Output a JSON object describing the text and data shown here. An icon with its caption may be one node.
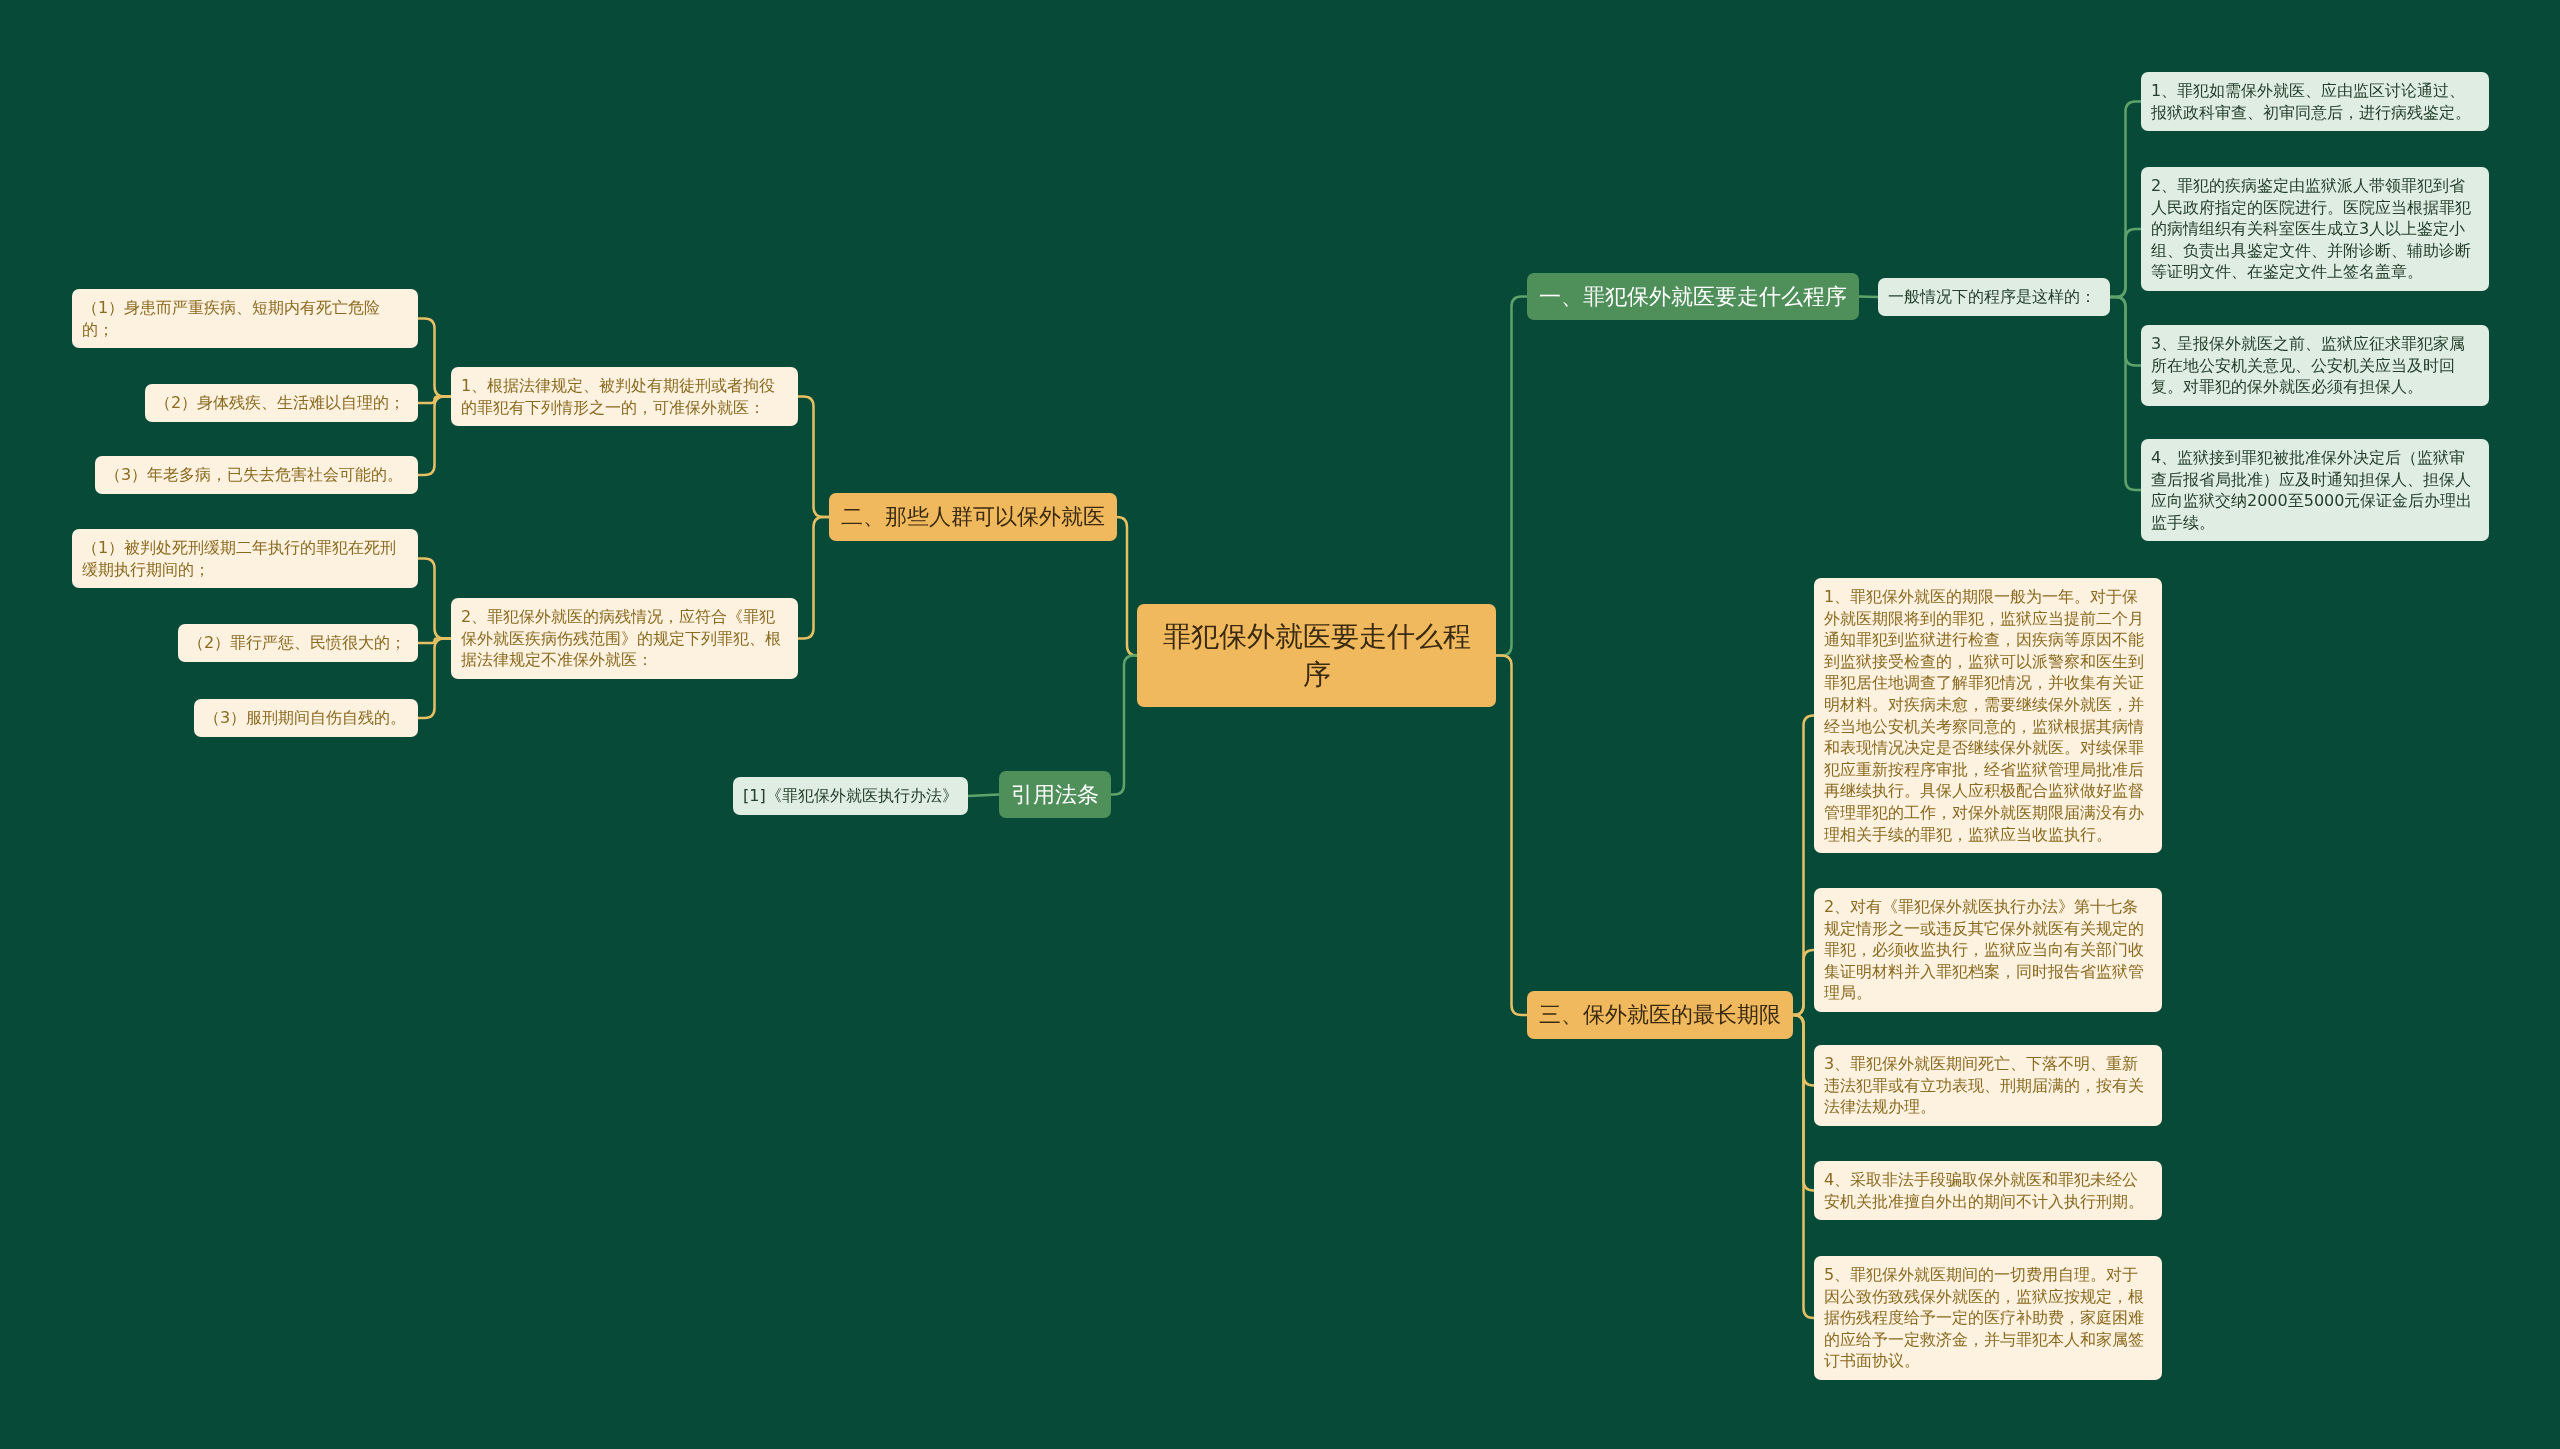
{
  "diagram": {
    "nodes": [
      {
        "text": [
          "罪犯保外就医要走什么程序"
        ]
      },
      {
        "text": [
          "一、罪犯保外就医要走什么程序"
        ]
      },
      {
        "text": [
          "一般情况下的程序是这样的："
        ]
      },
      {
        "text": [
          "1、罪犯如需保外就医、应由监区讨论通过、报狱政科审查、初审同意后，进行病残鉴定。"
        ]
      },
      {
        "text": [
          "2、罪犯的疾病鉴定由监狱派人带领罪犯到省人民政府指定的医院进行。医院应当根据罪犯的病情组织有关科室医生成立3人以上鉴定小组、负责出具鉴定文件、并附诊断、辅助诊断等证明文件、在鉴定文件上签名盖章。"
        ]
      },
      {
        "text": [
          "3、呈报保外就医之前、监狱应征求罪犯家属所在地公安机关意见、公安机关应当及时回复。对罪犯的保外就医必须有担保人。"
        ]
      },
      {
        "text": [
          "4、监狱接到罪犯被批准保外决定后（监狱审查后报省局批准）应及时通知担保人、担保人应向监狱交纳2000至5000元保证金后办理出监手续。"
        ]
      },
      {
        "text": [
          "三、保外就医的最长期限"
        ]
      },
      {
        "text": [
          "1、罪犯保外就医的期限一般为一年。对于保外就医期限将到的罪犯，监狱应当提前二个月通知罪犯到监狱进行检查，因疾病等原因不能到监狱接受检查的，监狱可以派警察和医生到罪犯居住地调查了解罪犯情况，并收集有关证明材料。对疾病未愈，需要继续保外就医，并经当地公安机关考察同意的，监狱根据其病情和表现情况决定是否继续保外就医。对续保罪犯应重新按程序审批，经省监狱管理局批准后再继续执行。具保人应积极配合监狱做好监督管理罪犯的工作，对保外就医期限届满没有办理相关手续的罪犯，监狱应当收监执行。"
        ]
      },
      {
        "text": [
          "2、对有《罪犯保外就医执行办法》第十七条规定情形之一或违反其它保外就医有关规定的罪犯，必须收监执行，监狱应当向有关部门收集证明材料并入罪犯档案，同时报告省监狱管理局。"
        ]
      },
      {
        "text": [
          "3、罪犯保外就医期间死亡、下落不明、重新违法犯罪或有立功表现、刑期届满的，按有关法律法规办理。"
        ]
      },
      {
        "text": [
          "4、采取非法手段骗取保外就医和罪犯未经公安机关批准擅自外出的期间不计入执行刑期。"
        ]
      },
      {
        "text": [
          "5、罪犯保外就医期间的一切费用自理。对于因公致伤致残保外就医的，监狱应按规定，根据伤残程度给予一定的医疗补助费，家庭困难的应给予一定救济金，并与罪犯本人和家属签订书面协议。"
        ]
      },
      {
        "text": [
          "二、那些人群可以保外就医"
        ]
      },
      {
        "text": [
          "1、根据法律规定、被判处有期徒刑或者拘役的罪犯有下列情形之一的，可准保外就医："
        ]
      },
      {
        "text": [
          "（1）身患而严重疾病、短期内有死亡危险的；"
        ]
      },
      {
        "text": [
          "（2）身体残疾、生活难以自理的；"
        ]
      },
      {
        "text": [
          "（3）年老多病，已失去危害社会可能的。"
        ]
      },
      {
        "text": [
          "2、罪犯保外就医的病残情况，应符合《罪犯保外就医疾病伤残范围》的规定下列罪犯、根据法律规定不准保外就医："
        ]
      },
      {
        "text": [
          "（1）被判处死刑缓期二年执行的罪犯在死刑缓期执行期间的；"
        ]
      },
      {
        "text": [
          "（2）罪行严惩、民愤很大的；"
        ]
      },
      {
        "text": [
          "（3）服刑期间自伤自残的。"
        ]
      },
      {
        "text": [
          "引用法条"
        ]
      },
      {
        "text": [
          "[1]《罪犯保外就医执行办法》"
        ]
      }
    ],
    "edges": [
      {
        "from": 0,
        "to": 1,
        "arrow": "none",
        "color": "#5fa36a"
      },
      {
        "from": 1,
        "to": 2,
        "arrow": "none",
        "color": "#5fa36a"
      },
      {
        "from": 2,
        "to": 3,
        "arrow": "none",
        "color": "#5fa36a"
      },
      {
        "from": 2,
        "to": 4,
        "arrow": "none",
        "color": "#5fa36a"
      },
      {
        "from": 2,
        "to": 5,
        "arrow": "none",
        "color": "#5fa36a"
      },
      {
        "from": 2,
        "to": 6,
        "arrow": "none",
        "color": "#5fa36a"
      },
      {
        "from": 0,
        "to": 7,
        "arrow": "none"
      },
      {
        "from": 7,
        "to": 8,
        "arrow": "none"
      },
      {
        "from": 7,
        "to": 9,
        "arrow": "none"
      },
      {
        "from": 7,
        "to": 10,
        "arrow": "none"
      },
      {
        "from": 7,
        "to": 11,
        "arrow": "none"
      },
      {
        "from": 7,
        "to": 12,
        "arrow": "none"
      },
      {
        "from": 0,
        "to": 13,
        "arrow": "none"
      },
      {
        "from": 13,
        "to": 14,
        "arrow": "none"
      },
      {
        "from": 14,
        "to": 15,
        "arrow": "none"
      },
      {
        "from": 14,
        "to": 16,
        "arrow": "none"
      },
      {
        "from": 14,
        "to": 17,
        "arrow": "none"
      },
      {
        "from": 13,
        "to": 18,
        "arrow": "none"
      },
      {
        "from": 18,
        "to": 19,
        "arrow": "none"
      },
      {
        "from": 18,
        "to": 20,
        "arrow": "none"
      },
      {
        "from": 18,
        "to": 21,
        "arrow": "none"
      },
      {
        "from": 0,
        "to": 22,
        "arrow": "none",
        "color": "#5fa36a"
      },
      {
        "from": 22,
        "to": 23,
        "arrow": "none",
        "color": "#5fa36a"
      }
    ]
  }
}
